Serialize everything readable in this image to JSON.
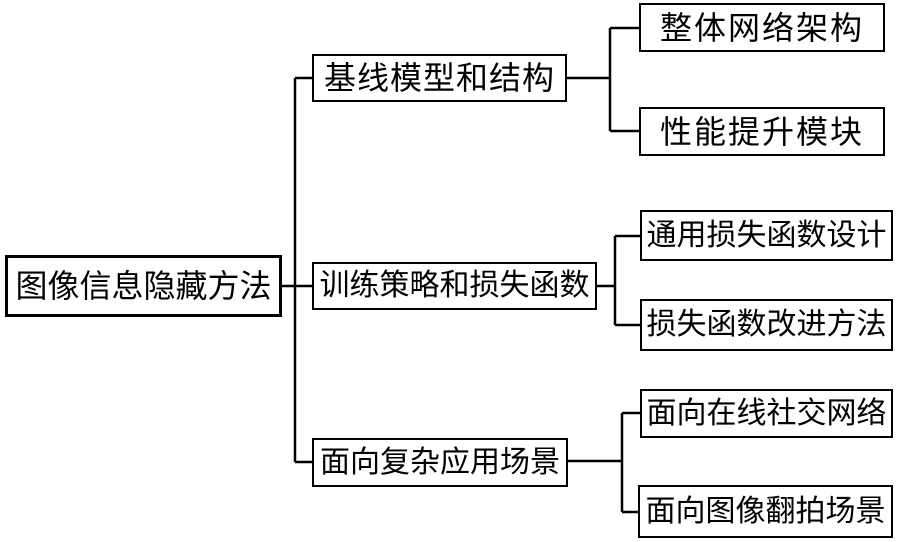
{
  "colors": {
    "line": "#000000",
    "text": "#000000",
    "background": "#ffffff"
  },
  "tree": {
    "root": {
      "label": "图像信息隐藏方法"
    },
    "branches": [
      {
        "label": "基线模型和结构",
        "children": [
          {
            "label": "整体网络架构"
          },
          {
            "label": "性能提升模块"
          }
        ]
      },
      {
        "label": "训练策略和损失函数",
        "children": [
          {
            "label": "通用损失函数设计"
          },
          {
            "label": "损失函数改进方法"
          }
        ]
      },
      {
        "label": "面向复杂应用场景",
        "children": [
          {
            "label": "面向在线社交网络"
          },
          {
            "label": "面向图像翻拍场景"
          }
        ]
      }
    ]
  }
}
